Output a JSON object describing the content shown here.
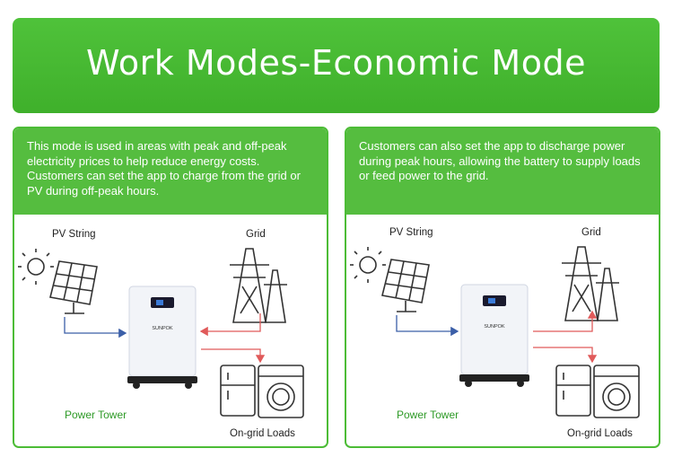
{
  "title": "Work Modes-Economic Mode",
  "panels": [
    {
      "description": "This mode is used in areas with peak and off-peak electricity prices to help reduce energy costs. Customers can set the app to charge from the grid or PV during off-peak hours.",
      "labels": {
        "pv": "PV String",
        "grid": "Grid",
        "tower": "Power Tower",
        "loads": "On-grid Loads",
        "brand": "SUNPOK"
      }
    },
    {
      "description": "Customers can also set the app to discharge power during peak hours, allowing the battery to supply loads or feed power to the grid.",
      "labels": {
        "pv": "PV String",
        "grid": "Grid",
        "tower": "Power Tower",
        "loads": "On-grid Loads",
        "brand": "SUNPOK"
      }
    }
  ],
  "colors": {
    "accent": "#4cbc36",
    "header": "#55bd3f",
    "arrow_blue": "#3b5fa8",
    "arrow_red": "#e05a5a"
  },
  "icons": [
    "sun-icon",
    "solar-panel-icon",
    "transmission-tower-icon",
    "battery-tower-icon",
    "refrigerator-icon",
    "washing-machine-icon"
  ]
}
